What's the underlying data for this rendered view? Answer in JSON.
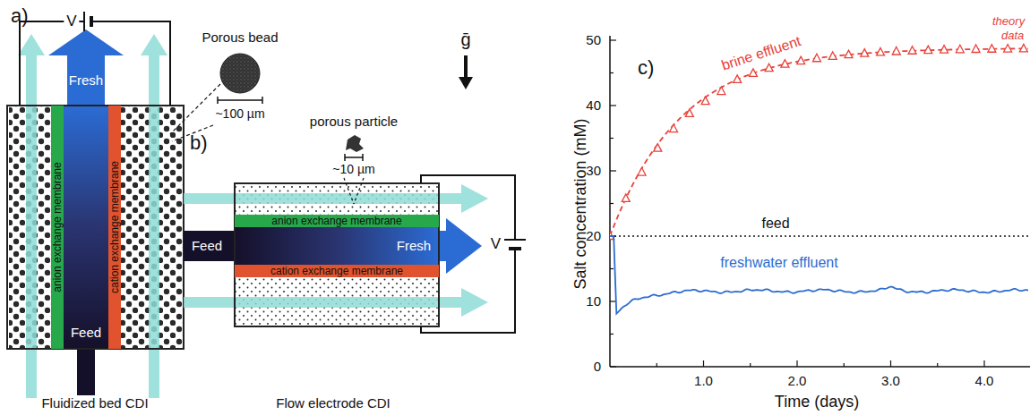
{
  "diagram": {
    "nodes": [
      {
        "text": [
          "anion exchange membrane"
        ]
      },
      {
        "text": [
          "cation exchange membrane"
        ]
      },
      {
        "text": [
          "anion exchange membrane"
        ]
      },
      {
        "text": [
          "cation exchange membrane"
        ]
      }
    ],
    "labels": [
      "a)",
      "V",
      "Fresh",
      "Porous bead",
      "~100 µm",
      "Feed",
      "Fluidized bed CDI",
      "ḡ",
      "porous particle",
      "~10 µm",
      "b)",
      "Feed",
      "Fresh",
      "V",
      "Flow electrode CDI",
      "c)",
      "Salt concentration (mM)",
      "0",
      "10",
      "20",
      "30",
      "40",
      "50",
      "1.0",
      "2.0",
      "3.0",
      "4.0",
      "Time (days)",
      "brine effluent",
      "theory",
      "data",
      "feed",
      "freshwater effluent"
    ]
  }
}
